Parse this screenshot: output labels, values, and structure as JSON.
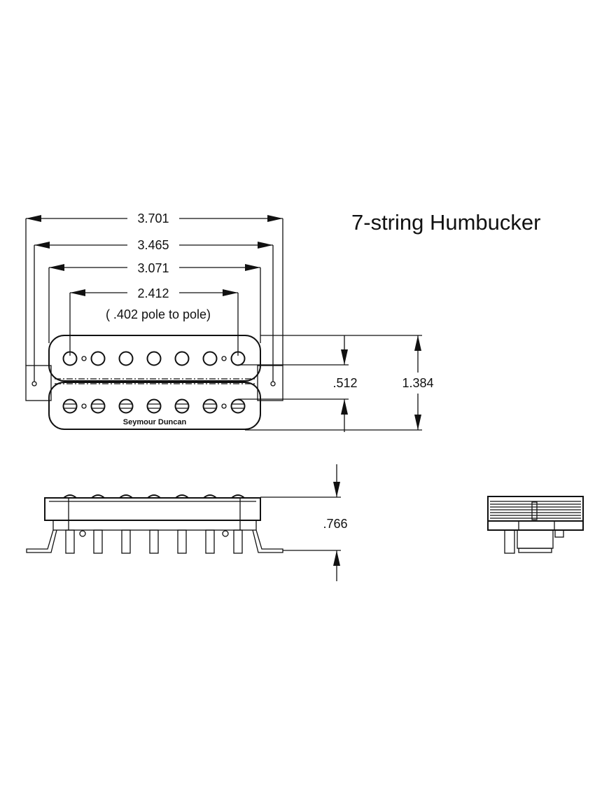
{
  "title": "7-string Humbucker",
  "brand": "Seymour Duncan",
  "dimensions": {
    "overall_width": "3.701",
    "mount_width": "3.465",
    "cover_width": "3.071",
    "pole_span": "2.412",
    "pole_spacing_note": "( .402 pole to pole)",
    "pole_row_spacing": ".512",
    "overall_length": "1.384",
    "height": ".766"
  }
}
